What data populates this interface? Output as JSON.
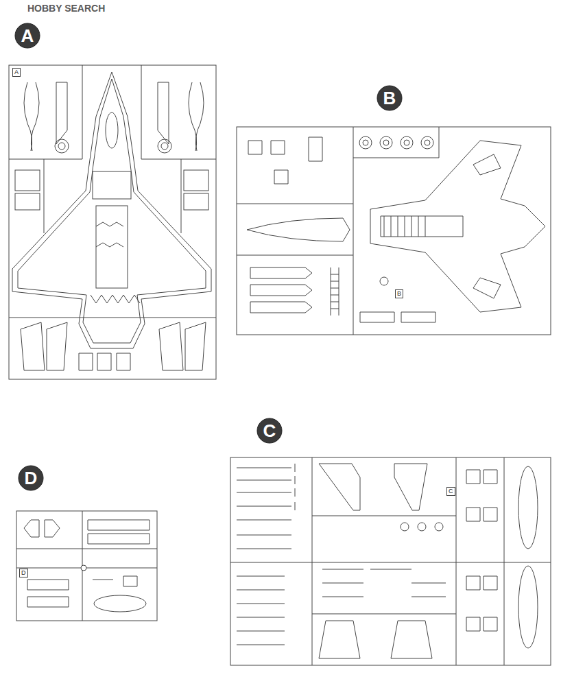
{
  "diagram": {
    "nodes": [
      {
        "text": [
          "A"
        ]
      },
      {
        "text": [
          "B"
        ]
      },
      {
        "text": [
          "C"
        ]
      },
      {
        "text": [
          "D"
        ]
      }
    ],
    "labels": [
      "HOBBY SEARCH",
      "A",
      "B",
      "C",
      "D"
    ]
  }
}
